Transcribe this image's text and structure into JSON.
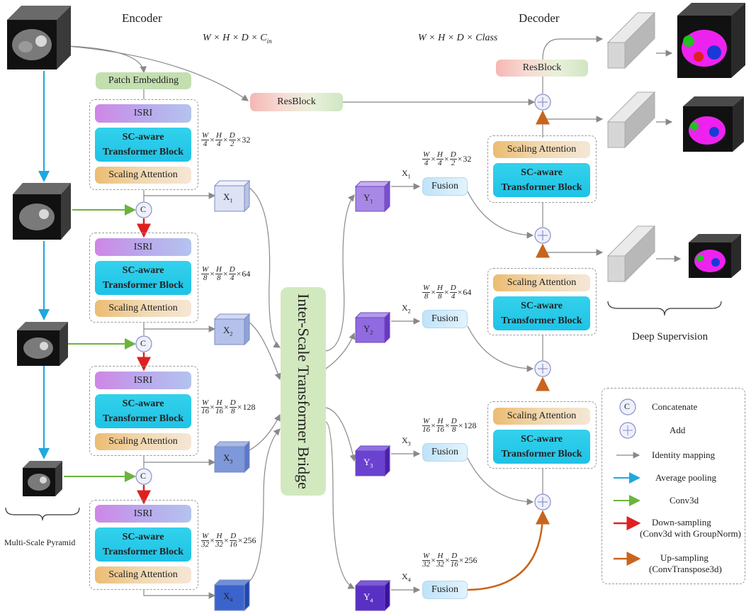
{
  "headers": {
    "encoder": "Encoder",
    "decoder": "Decoder",
    "input_shape": "W × H × D × C",
    "input_shape_sub": "in",
    "output_shape": "W × H × D × Class"
  },
  "blocks": {
    "patch_embedding": "Patch Embedding",
    "resblock": "ResBlock",
    "isri": "ISRI",
    "sc_aware_line1": "SC-aware",
    "sc_aware_line2": "Transformer Block",
    "scaling_attention": "Scaling Attention",
    "fusion": "Fusion",
    "bridge": "Inter-Scale Transformer Bridge",
    "concat_symbol": "C",
    "add_symbol": "+"
  },
  "encoder_dims": [
    {
      "w": "W",
      "wd": "4",
      "h": "H",
      "hd": "4",
      "d": "D",
      "dd": "2",
      "c": "32"
    },
    {
      "w": "W",
      "wd": "8",
      "h": "H",
      "hd": "8",
      "d": "D",
      "dd": "4",
      "c": "64"
    },
    {
      "w": "W",
      "wd": "16",
      "h": "H",
      "hd": "16",
      "d": "D",
      "dd": "8",
      "c": "128"
    },
    {
      "w": "W",
      "wd": "32",
      "h": "H",
      "hd": "32",
      "d": "D",
      "dd": "16",
      "c": "256"
    }
  ],
  "features_x": [
    "X",
    "X",
    "X",
    "X"
  ],
  "features_x_sub": [
    "1",
    "2",
    "3",
    "4"
  ],
  "features_y": [
    "Y",
    "Y",
    "Y",
    "Y"
  ],
  "features_y_sub": [
    "1",
    "2",
    "3",
    "4"
  ],
  "labels": {
    "multi_scale_pyramid": "Multi-Scale Pyramid",
    "deep_supervision": "Deep Supervision"
  },
  "legend": {
    "concatenate": "Concatenate",
    "add": "Add",
    "identity": "Identity mapping",
    "avg_pool": "Average pooling",
    "conv3d": "Conv3d",
    "down_line1": "Down-sampling",
    "down_line2": "(Conv3d with GroupNorm)",
    "up_line1": "Up-sampling",
    "up_line2": "(ConvTranspose3d)"
  },
  "colors": {
    "blue_arrow": "#1fa8e0",
    "green_arrow": "#6cb33f",
    "red_arrow": "#e02020",
    "orange_arrow": "#c8641e",
    "gray_arrow": "#888888"
  }
}
